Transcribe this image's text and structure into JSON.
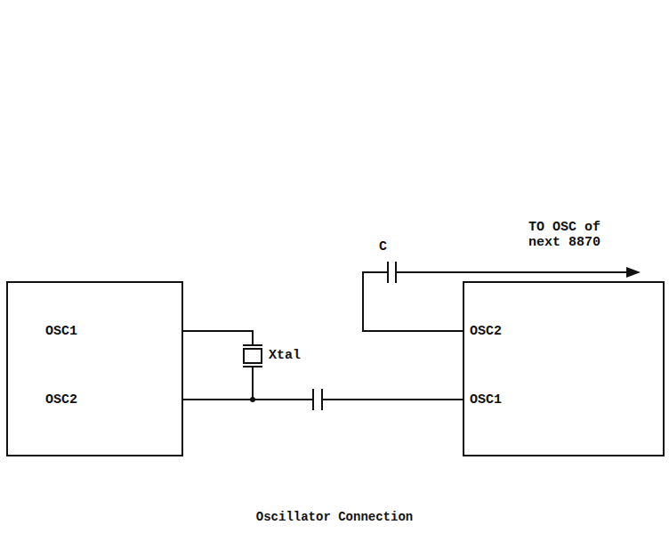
{
  "diagram": {
    "caption": "Oscillator Connection",
    "nodes": [
      {
        "text": [
          "OSC1",
          "OSC2"
        ]
      },
      {
        "text": [
          "OSC2",
          "OSC1"
        ]
      }
    ],
    "edges": [
      {
        "from": 0,
        "to": 1,
        "arrow": "none"
      }
    ],
    "labels": [
      "Xtal",
      "C",
      "TO OSC of next 8870"
    ]
  }
}
